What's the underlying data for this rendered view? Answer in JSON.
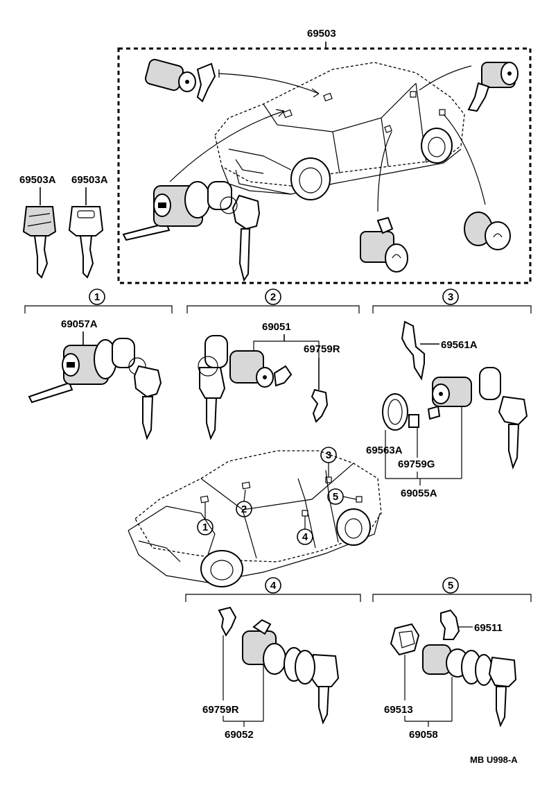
{
  "parts": {
    "top_set": "69503",
    "key_a": "69503A",
    "key_b": "69503A",
    "g1_cylinder": "69057A",
    "g2_cylinder": "69051",
    "g2_lever": "69759R",
    "g3_retainer": "69561A",
    "g3_ring": "69563A",
    "g3_lever": "69759G",
    "g3_cylinder": "69055A",
    "g4_lever": "69759R",
    "g4_cylinder": "69052",
    "g5_retainer": "69511",
    "g5_ring": "69513",
    "g5_cylinder": "69058"
  },
  "groups": [
    "1",
    "2",
    "3",
    "4",
    "5"
  ],
  "car_callouts": [
    "1",
    "2",
    "3",
    "4",
    "5"
  ],
  "reference": "MB U998-A"
}
